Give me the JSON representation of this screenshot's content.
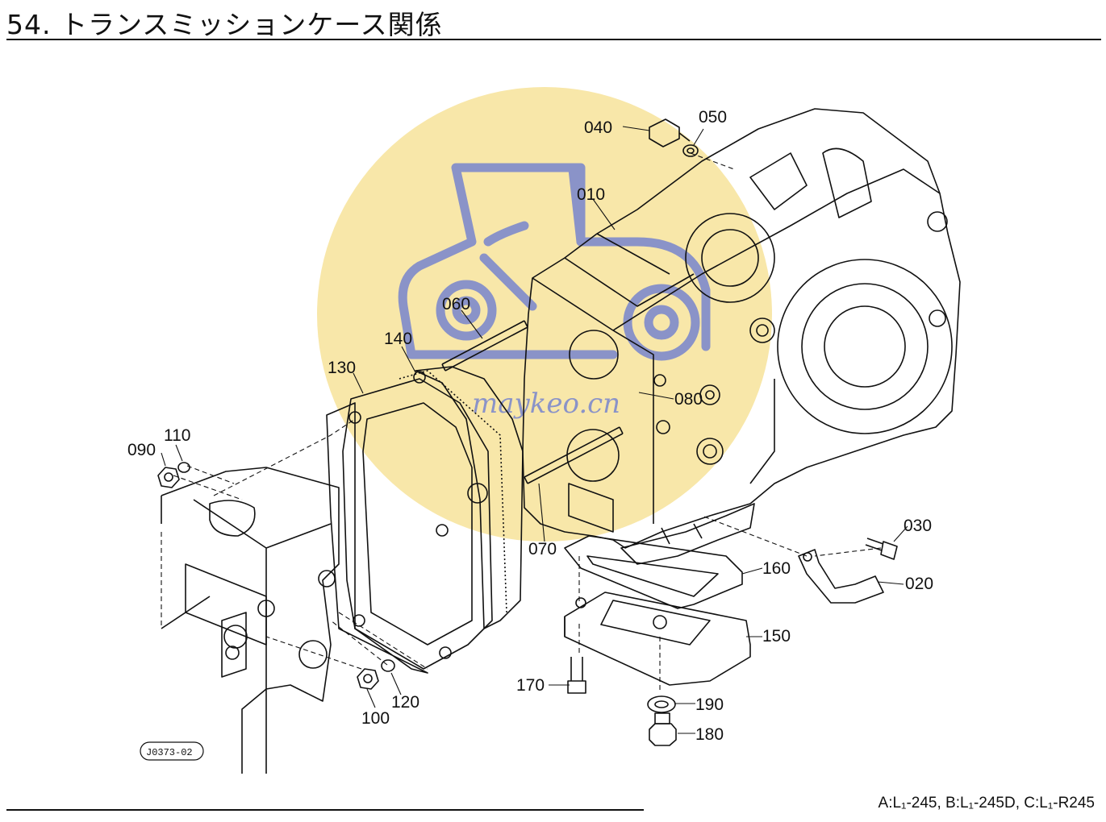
{
  "title": "54. トランスミッションケース関係",
  "model_note": "A:L₁-245, B:L₁-245D, C:L₁-R245",
  "drawing_code": "J0373-02",
  "watermark": "maykeo.cn",
  "colors": {
    "watermark_circle": "#f8e7a9",
    "watermark_logo": "#8a93c8",
    "line": "#111111"
  },
  "part_labels": [
    "040",
    "050",
    "010",
    "060",
    "140",
    "130",
    "080",
    "110",
    "090",
    "070",
    "030",
    "160",
    "020",
    "150",
    "170",
    "190",
    "120",
    "100",
    "180"
  ]
}
